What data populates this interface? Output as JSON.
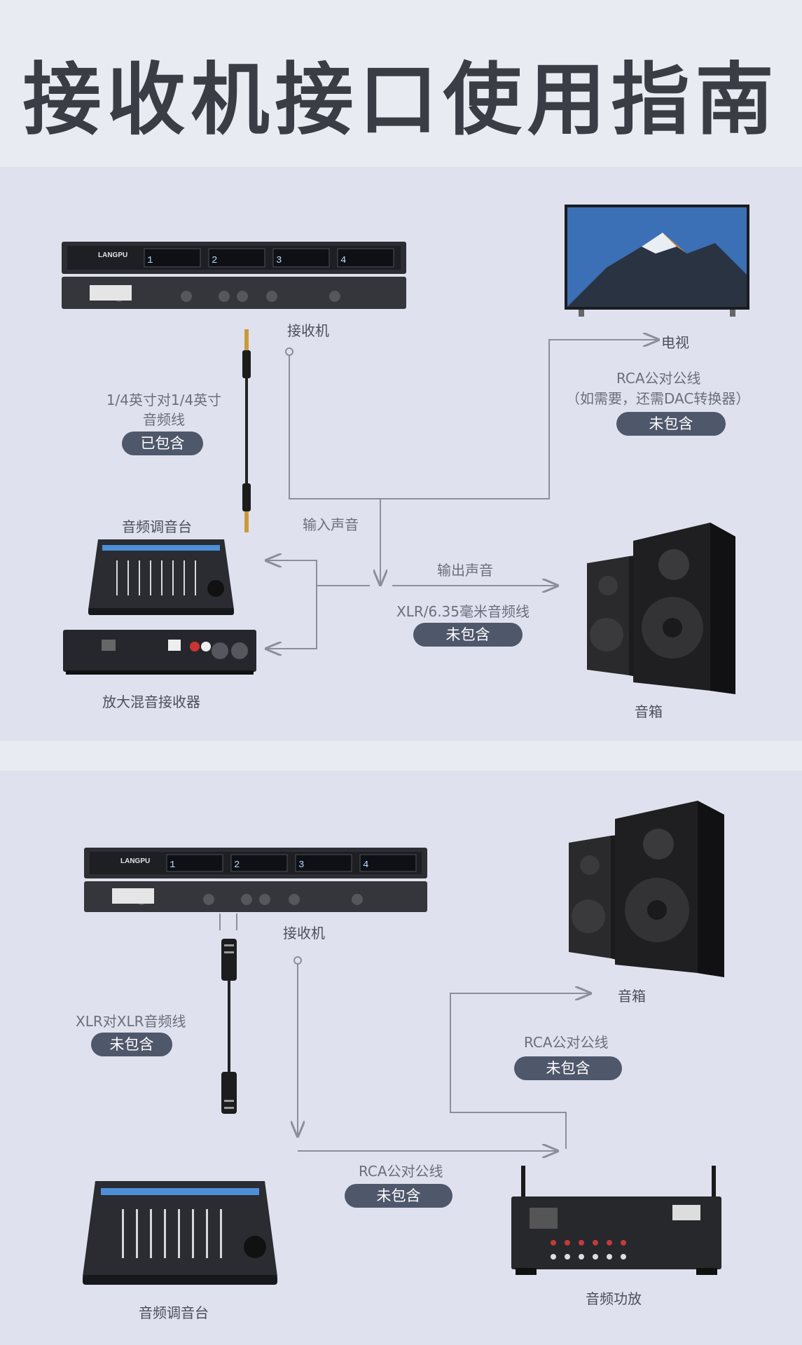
{
  "title": "接收机接口使用指南",
  "brand": "LANGPU",
  "section1": {
    "receiver": "接收机",
    "tv": "电视",
    "cable_quarter_line1": "1/4英寸对1/4英寸",
    "cable_quarter_line2": "音频线",
    "cable_quarter_badge": "已包含",
    "rca_label": "RCA公对公线",
    "rca_note": "（如需要，还需DAC转换器）",
    "rca_badge": "未包含",
    "input_sound": "输入声音",
    "output_sound": "输出声音",
    "mixer": "音频调音台",
    "amp_mixer_receiver": "放大混音接收器",
    "xlr_label": "XLR/6.35毫米音频线",
    "xlr_badge": "未包含",
    "speaker": "音箱"
  },
  "section2": {
    "receiver": "接收机",
    "xlr_label": "XLR对XLR音频线",
    "xlr_badge": "未包含",
    "speaker": "音箱",
    "rca_label_top": "RCA公对公线",
    "rca_badge_top": "未包含",
    "rca_label_bottom": "RCA公对公线",
    "rca_badge_bottom": "未包含",
    "mixer": "音频调音台",
    "amplifier": "音频功放"
  },
  "colors": {
    "line": "#8a8f9a",
    "pill": "#4f576b",
    "panel": "#dfe2ee",
    "title": "#3a3d45"
  }
}
